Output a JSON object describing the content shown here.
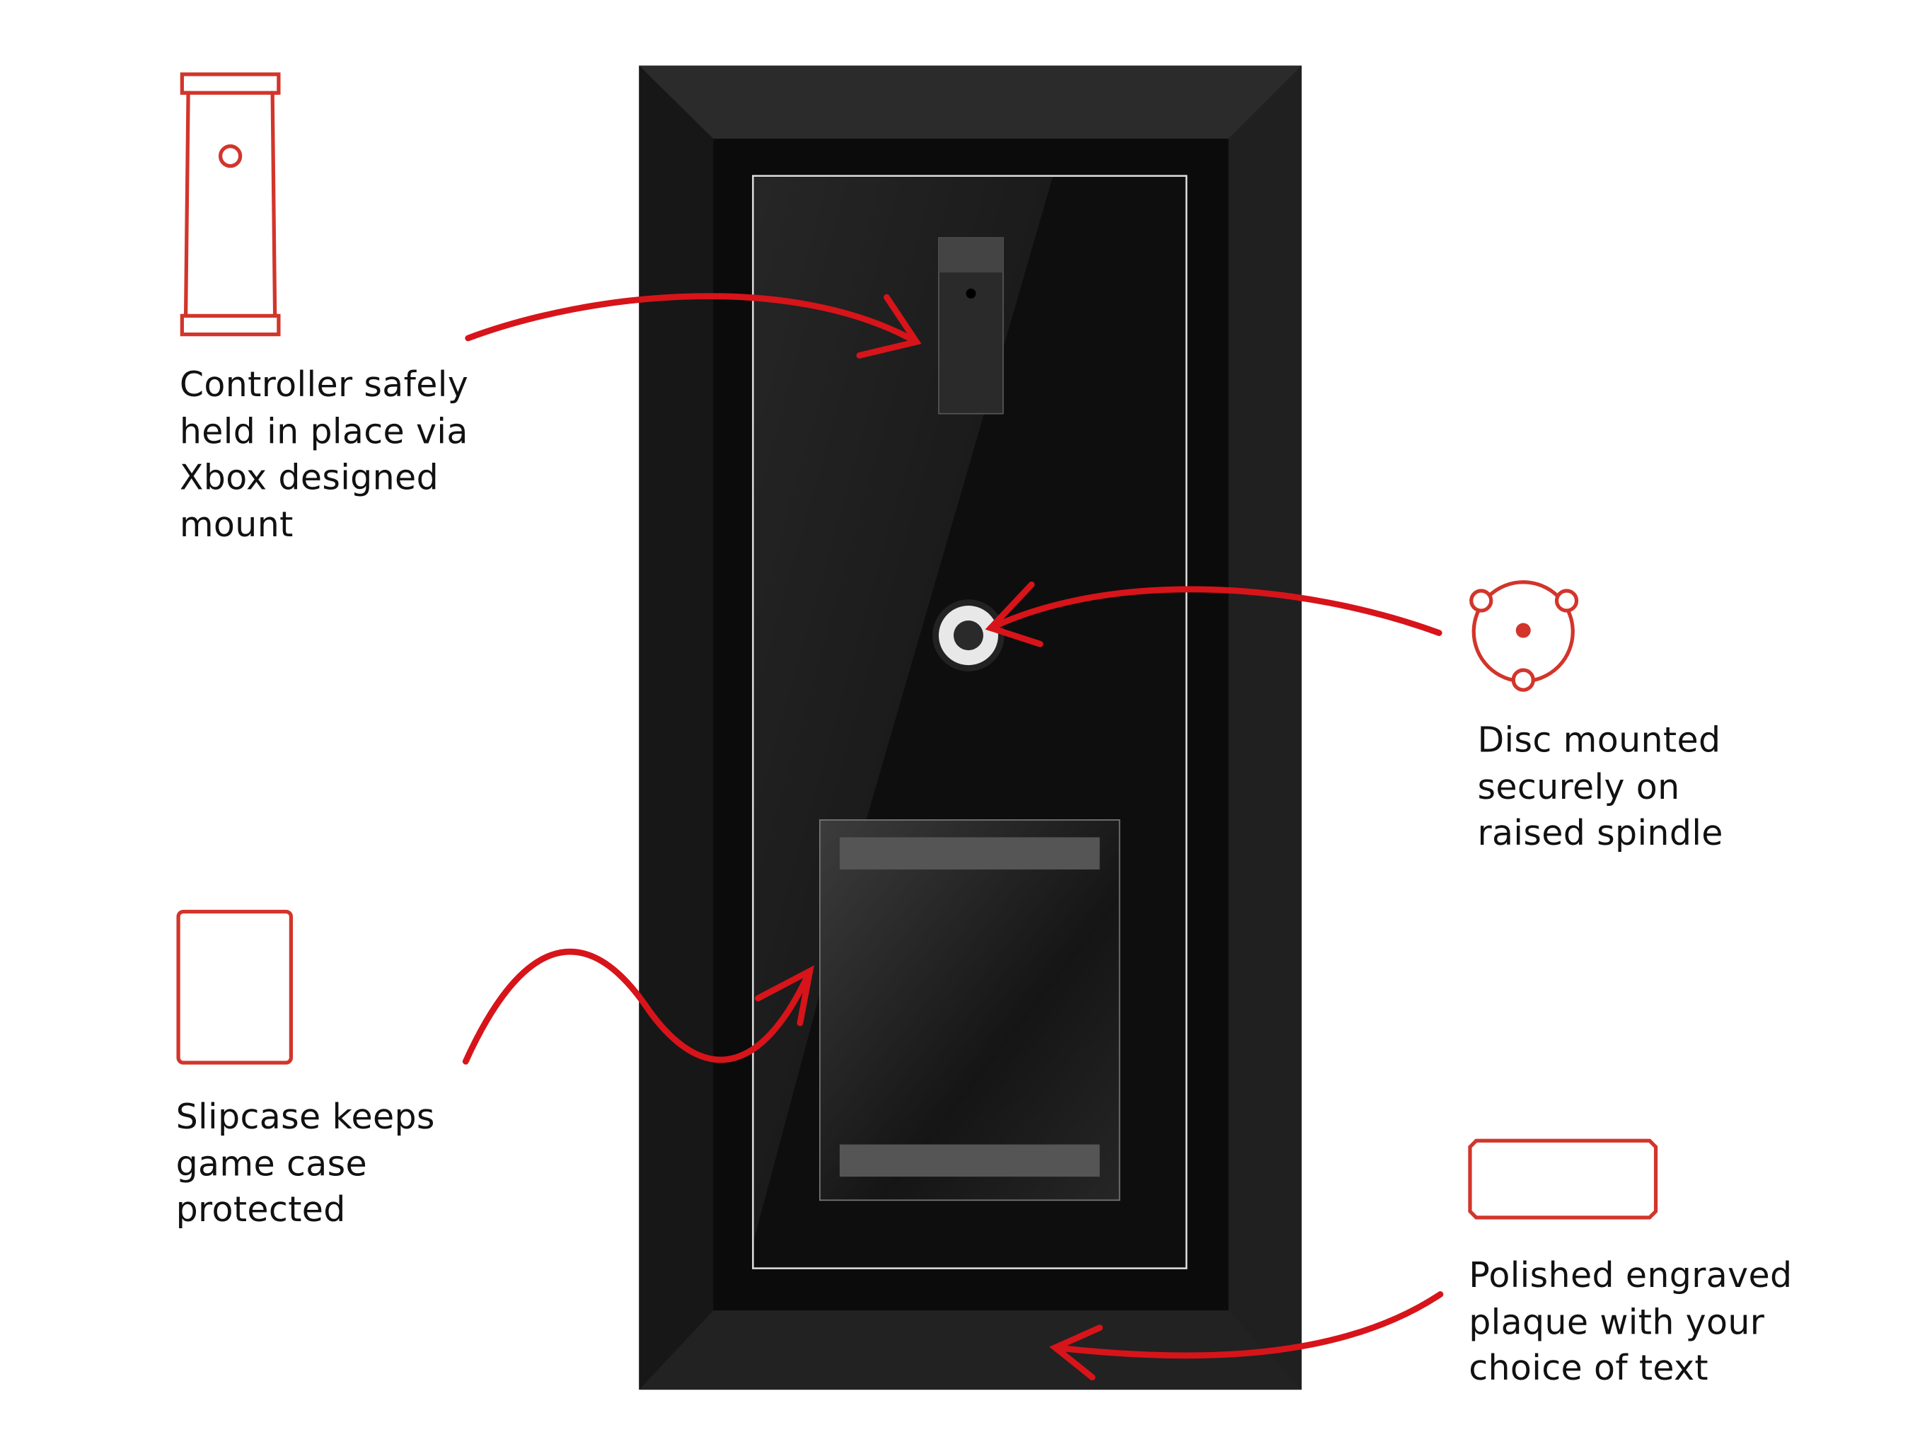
{
  "features": [
    {
      "icon": "controller-mount-icon",
      "lines": [
        "Controller safely",
        "held in place via",
        "Xbox designed",
        "mount"
      ]
    },
    {
      "icon": "disc-spindle-icon",
      "lines": [
        "Disc mounted",
        "securely on",
        "raised spindle"
      ]
    },
    {
      "icon": "slipcase-icon",
      "lines": [
        "Slipcase keeps",
        "game case",
        "protected"
      ]
    },
    {
      "icon": "plaque-icon",
      "lines": [
        "Polished engraved",
        "plaque with your",
        "choice of text"
      ]
    }
  ],
  "colors": {
    "accent": "#d7141a",
    "icon_stroke": "#d2352b",
    "frame": "#1a1a1a",
    "backing": "#0c0c0c"
  }
}
